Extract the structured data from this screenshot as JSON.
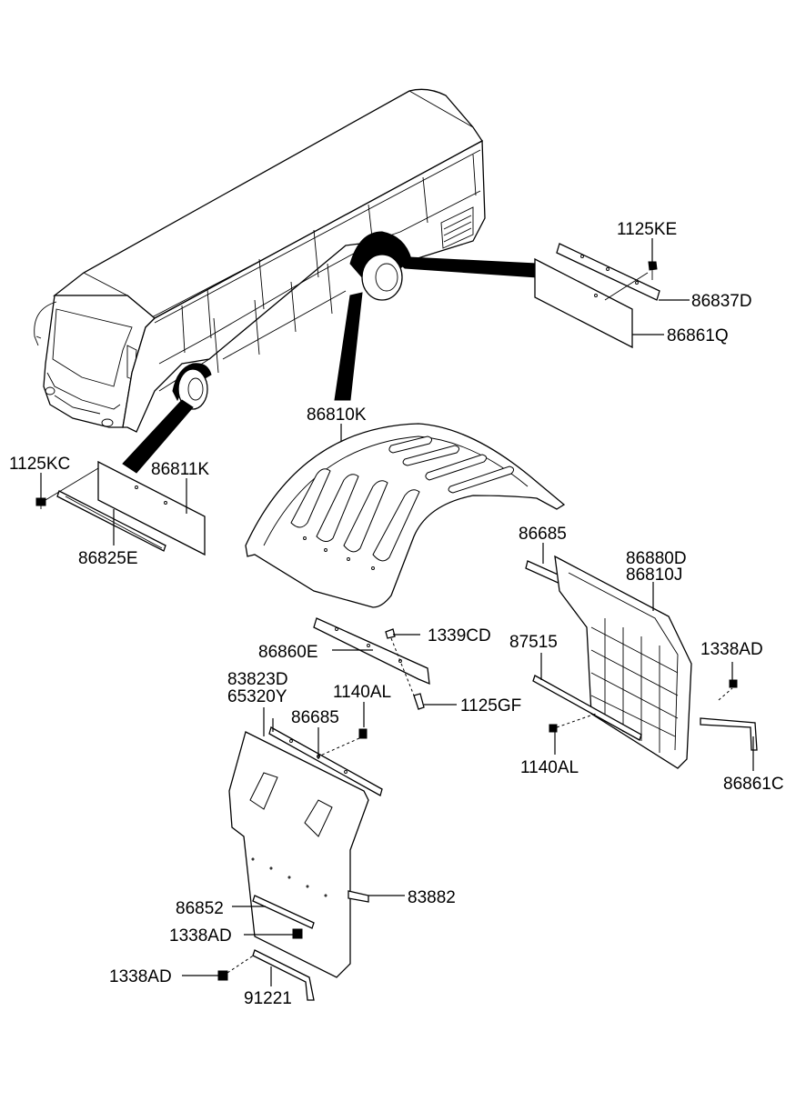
{
  "labels": {
    "p1125KE": "1125KE",
    "p86837D": "86837D",
    "p86861Q": "86861Q",
    "p1125KC": "1125KC",
    "p86811K": "86811K",
    "p86825E": "86825E",
    "p86810K": "86810K",
    "p86685a": "86685",
    "p86880D": "86880D",
    "p86810J": "86810J",
    "p87515": "87515",
    "p1338ADr": "1338AD",
    "p1140ALr": "1140AL",
    "p86861C": "86861C",
    "p1339CD": "1339CD",
    "p86860E": "86860E",
    "p1125GF": "1125GF",
    "p83823D": "83823D",
    "p65320Y": "65320Y",
    "p1140ALm": "1140AL",
    "p86685b": "86685",
    "p83882": "83882",
    "p86852": "86852",
    "p1338ADm": "1338AD",
    "p1338ADb": "1338AD",
    "p91221": "91221"
  }
}
